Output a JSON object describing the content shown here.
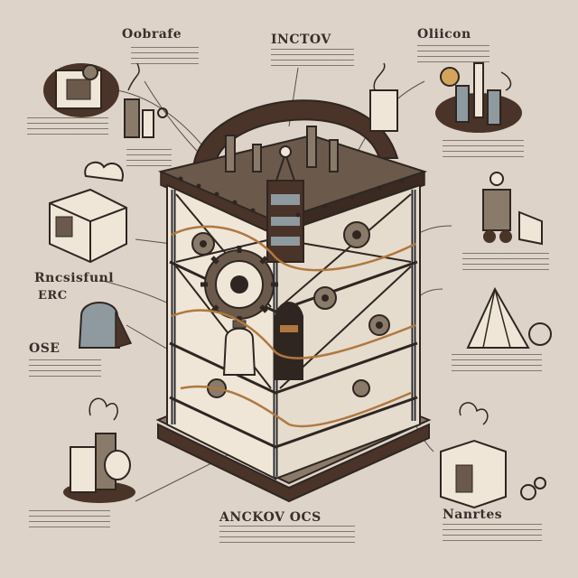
{
  "palette": {
    "background": "#ddd3c8",
    "ink": "#2f2622",
    "dark_brown": "#4a3328",
    "copper": "#b0783f",
    "steel": "#8e9aa0",
    "cream": "#efe6d8"
  },
  "labels": {
    "top_left_title": "Oobrafe",
    "top_center_title": "INCTOV",
    "top_right_title": "Oliicon",
    "mid_left_title": "Rncsisfunl",
    "mid_left_sub": "ERC",
    "lower_left_title": "OSE",
    "bottom_center_title": "ANCKOV OCS",
    "bottom_right_title": "Nanrtes"
  }
}
